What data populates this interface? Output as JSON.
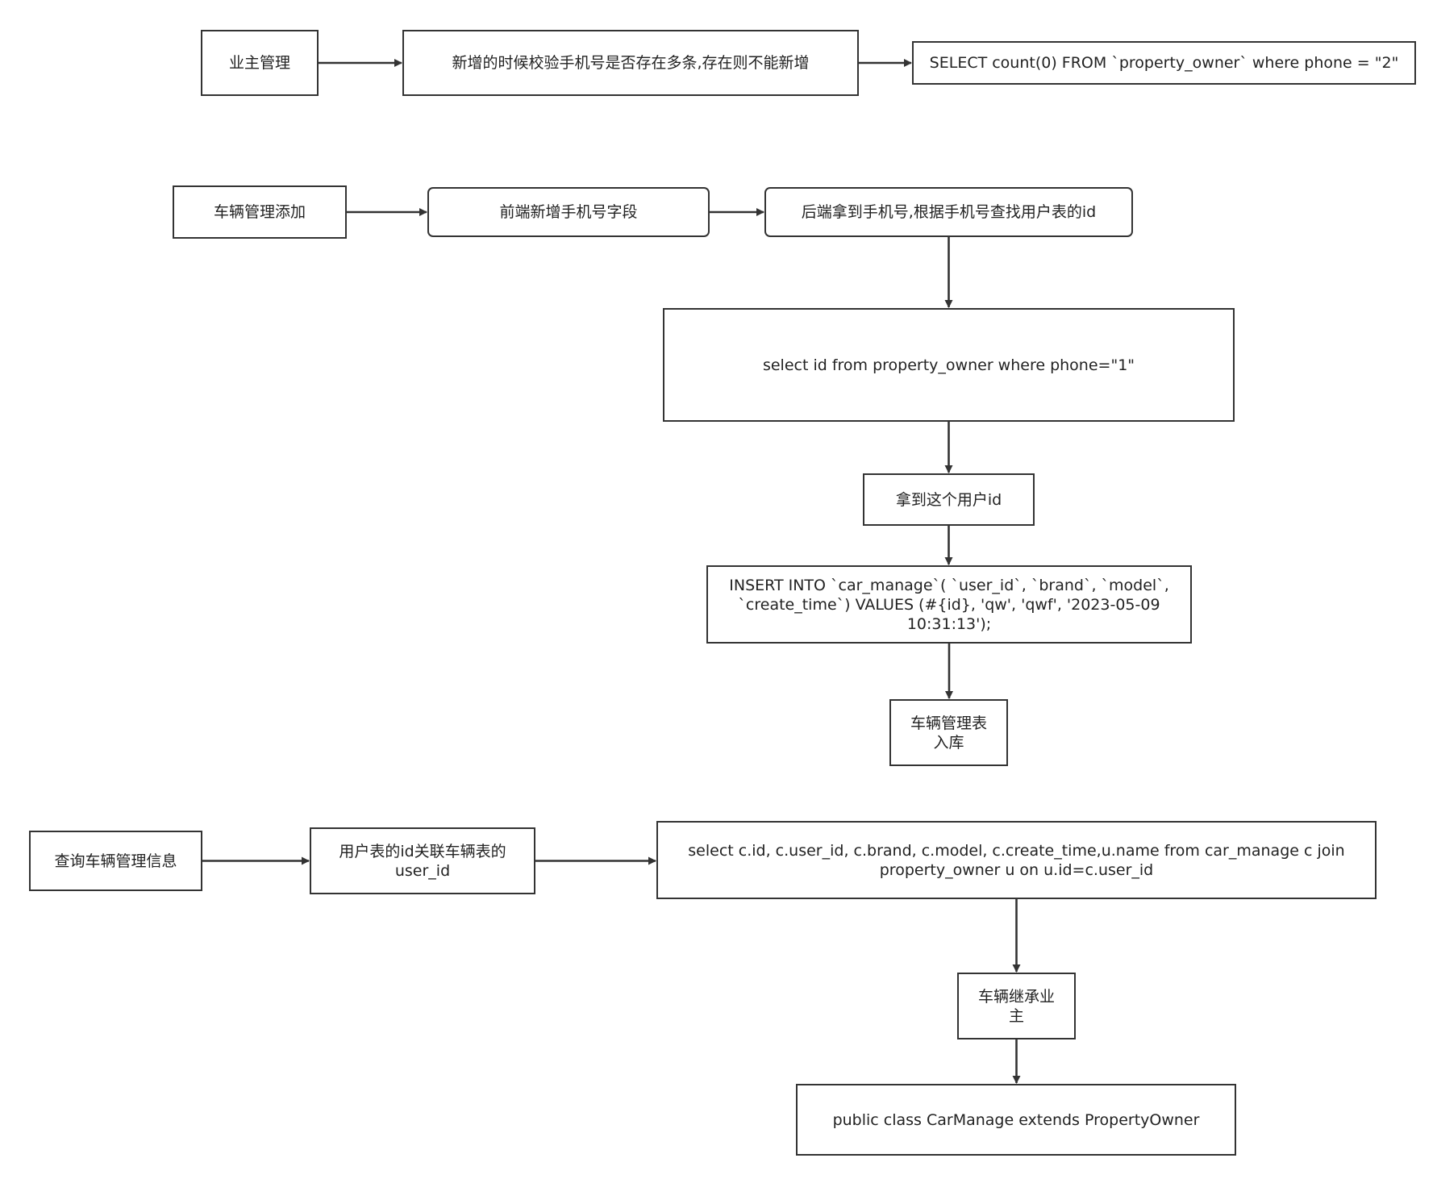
{
  "diagram": {
    "nodes": {
      "owner_mgmt": "业主管理",
      "owner_check": "新增的时候校验手机号是否存在多条,存在则不能新增",
      "owner_sql": "SELECT count(0) FROM `property_owner` where phone = \"2\"",
      "car_add": "车辆管理添加",
      "frontend_phone": "前端新增手机号字段",
      "backend_lookup": "后端拿到手机号,根据手机号查找用户表的id",
      "select_id_sql": "select id from property_owner where phone=\"1\"",
      "get_user_id": "拿到这个用户id",
      "insert_sql": "INSERT INTO `car_manage`( `user_id`, `brand`, `model`, `create_time`) VALUES (#{id}, 'qw', 'qwf', '2023-05-09 10:31:13');",
      "car_table_store": "车辆管理表入库",
      "car_query": "查询车辆管理信息",
      "join_desc": "用户表的id关联车辆表的user_id",
      "join_sql": "select c.id, c.user_id, c.brand, c.model, c.create_time,u.name from car_manage c join property_owner u on u.id=c.user_id",
      "inherit": "车辆继承业主",
      "class_def": "public class CarManage extends PropertyOwner"
    },
    "edges": [
      [
        "owner_mgmt",
        "owner_check"
      ],
      [
        "owner_check",
        "owner_sql"
      ],
      [
        "car_add",
        "frontend_phone"
      ],
      [
        "frontend_phone",
        "backend_lookup"
      ],
      [
        "backend_lookup",
        "select_id_sql"
      ],
      [
        "select_id_sql",
        "get_user_id"
      ],
      [
        "get_user_id",
        "insert_sql"
      ],
      [
        "insert_sql",
        "car_table_store"
      ],
      [
        "car_query",
        "join_desc"
      ],
      [
        "join_desc",
        "join_sql"
      ],
      [
        "join_sql",
        "inherit"
      ],
      [
        "inherit",
        "class_def"
      ]
    ]
  }
}
